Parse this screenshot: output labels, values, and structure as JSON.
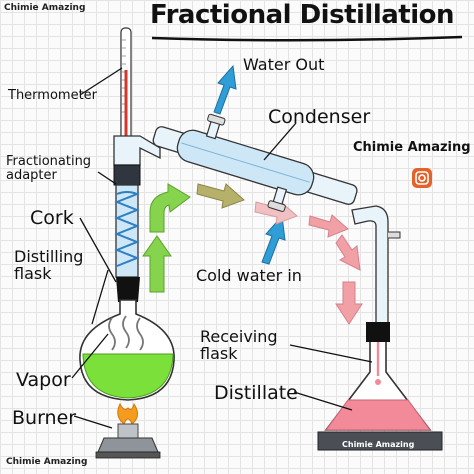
{
  "title": "Fractional Distillation",
  "watermark": "Chimie Amazing",
  "brand": {
    "name": "Chimie Amazing",
    "icon": "instagram-icon",
    "icon_color": "#e2622a"
  },
  "labels": {
    "thermometer": "Thermometer",
    "fractionating_adapter": "Fractionating adapter",
    "cork": "Cork",
    "distilling_flask": "Distilling flask",
    "vapor": "Vapor",
    "burner": "Burner",
    "water_out": "Water Out",
    "condenser": "Condenser",
    "cold_water_in": "Cold water in",
    "receiving_flask": "Receiving flask",
    "distillate": "Distillate"
  },
  "colors": {
    "liquid": "#7be039",
    "distillate": "#f28a9a",
    "vapor_arrow": "#86d34d",
    "water_arrow": "#2f9dd6",
    "flow_arrow_olive": "#b5b06a",
    "flow_arrow_pink": "#f1a0a6",
    "condenser_glass": "#cde7f7",
    "flame": "#f39c1f",
    "cork": "#111111"
  }
}
